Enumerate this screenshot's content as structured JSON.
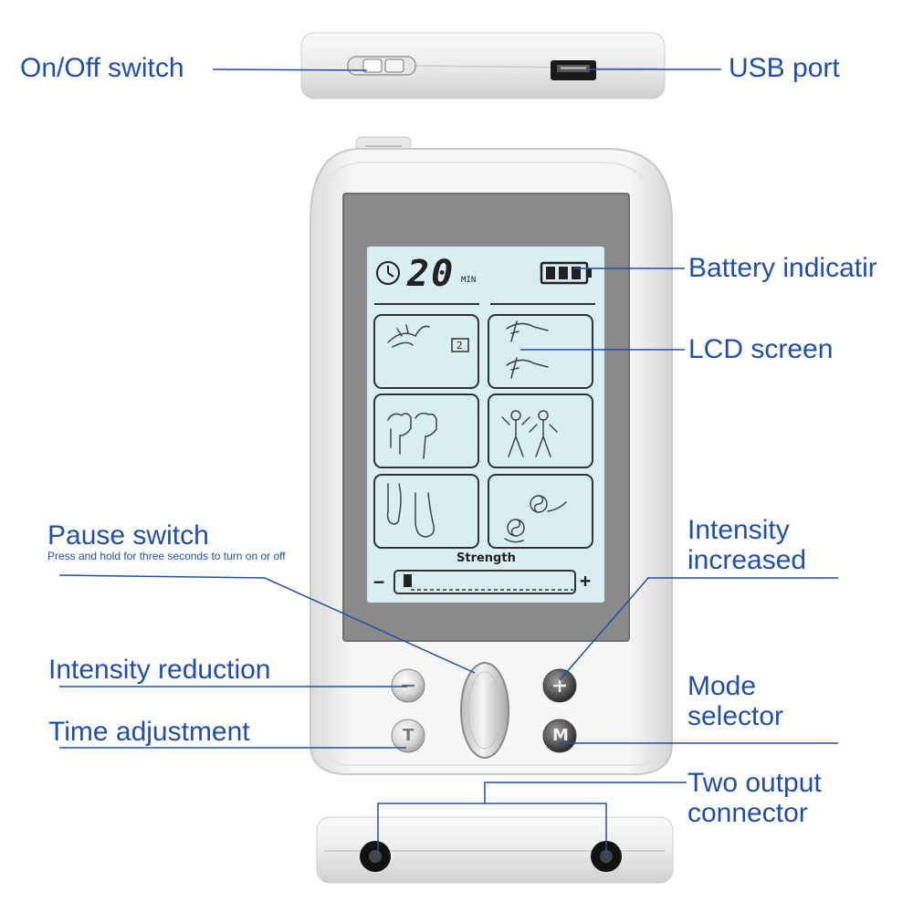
{
  "labels": {
    "on_off": "On/Off switch",
    "usb": "USB port",
    "battery": "Battery indicatir",
    "lcd": "LCD screen",
    "pause": "Pause switch",
    "pause_note": "Press and hold for three seconds to turn on or off",
    "intensity_up_1": "Intensity",
    "intensity_up_2": "increased",
    "intensity_down": "Intensity reduction",
    "mode_1": "Mode",
    "mode_2": "selector",
    "time": "Time adjustment",
    "output_1": "Two output",
    "output_2": "connector"
  },
  "lcd": {
    "timer_value": "20",
    "timer_unit": "MIN",
    "strength_label": "Strength",
    "minus": "−",
    "plus": "+",
    "program_badge": "2",
    "battery_bars": 3,
    "strength_level": 0.05
  },
  "buttons": {
    "time_letter": "T",
    "mode_letter": "M"
  },
  "colors": {
    "label": "#1f4fa6",
    "device": "#f2f2f2",
    "lcd_frame": "#8a8a8a",
    "lcd_screen": "#d9eef2"
  }
}
